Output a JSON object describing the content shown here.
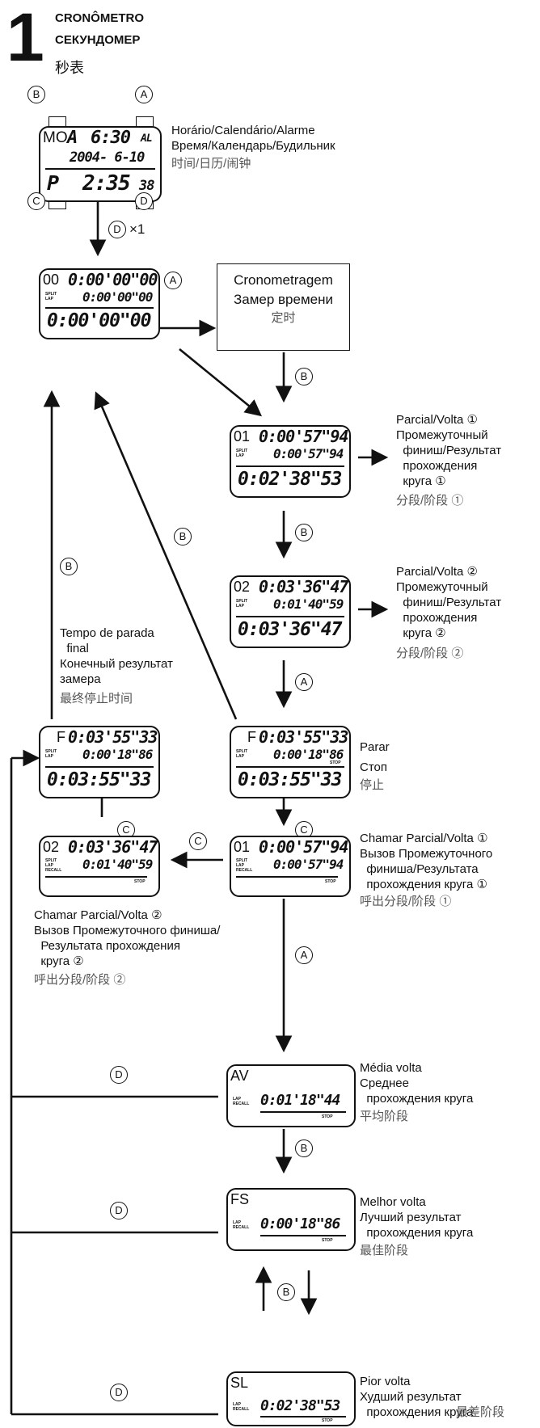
{
  "header": {
    "number": "1",
    "title_pt": "CRONÔMETRO",
    "title_ru": "СЕКУНДОМЕР",
    "title_zh": "秒表"
  },
  "buttons": {
    "a": "A",
    "b": "B",
    "c": "C",
    "d": "D",
    "times1": "×1"
  },
  "watch": {
    "day": "MO",
    "alarm_prefix": "A",
    "time": "6:30",
    "al": "AL",
    "date": "2004- 6-10",
    "pm": "P",
    "time2": "2:35",
    "sec": "38",
    "label": "Horário/Calendário/Alarme\nВремя/Календарь/Будильник",
    "label_zh": "时间/日历/闹钟"
  },
  "stopwatch_reset": {
    "lap_no": "00",
    "top": "0:00'00\"00",
    "split_lbl": "SPLIT\nLAP",
    "mid": "0:00'00\"00",
    "bottom": "0:00'00\"00"
  },
  "timing_box": {
    "pt": "Cronometragem",
    "ru": "Замер времени",
    "zh": "定时"
  },
  "lap1": {
    "lap_no": "01",
    "top": "0:00'57\"94",
    "mid": "0:00'57\"94",
    "bottom": "0:02'38\"53",
    "split_lbl": "SPLIT\nLAP",
    "label": "Parcial/Volta ①\nПромежуточный\n  финиш/Результат\n  прохождения\n  круга ①",
    "label_zh": "分段/阶段 ①"
  },
  "lap2": {
    "lap_no": "02",
    "top": "0:03'36\"47",
    "mid": "0:01'40\"59",
    "bottom": "0:03'36\"47",
    "split_lbl": "SPLIT\nLAP",
    "label": "Parcial/Volta ②\nПромежуточный\n  финиш/Результат\n  прохождения\n  круга ②",
    "label_zh": "分段/阶段 ②"
  },
  "stop": {
    "lap_no": "F",
    "top": "0:03'55\"33",
    "mid": "0:00'18\"86",
    "bottom": "0:03:55\"33",
    "split_lbl": "SPLIT\nLAP",
    "stop_lbl": "STOP",
    "label": "Parar\nСтоп",
    "label_zh": "停止"
  },
  "final": {
    "lap_no": "F",
    "top": "0:03'55\"33",
    "mid": "0:00'18\"86",
    "bottom": "0:03:55\"33",
    "split_lbl": "SPLIT\nLAP",
    "label": "Tempo de parada\n  final\nКонечный результат\nзамера",
    "label_zh": "最终停止时间"
  },
  "recall1": {
    "lap_no": "01",
    "top": "0:00'57\"94",
    "mid": "0:00'57\"94",
    "split_lbl": "SPLIT\nLAP\nRECALL",
    "stop_lbl": "STOP",
    "label": "Chamar Parcial/Volta ①\nВызов Промежуточного\n  финиша/Результата\n  прохождения круга ①",
    "label_zh": "呼出分段/阶段 ①"
  },
  "recall2": {
    "lap_no": "02",
    "top": "0:03'36\"47",
    "mid": "0:01'40\"59",
    "split_lbl": "SPLIT\nLAP\nRECALL",
    "stop_lbl": "STOP",
    "label": "Chamar Parcial/Volta ②\nВызов Промежуточного финиша/\n  Результата прохождения\n  круга ②",
    "label_zh": "呼出分段/阶段 ②"
  },
  "average": {
    "code": "AV",
    "small_lbl": "LAP\nRECALL",
    "value": "0:01'18\"44",
    "stop_lbl": "STOP",
    "label": "Média volta\nСреднее\n  прохождения круга",
    "label_zh": "平均阶段"
  },
  "fastest": {
    "code": "FS",
    "small_lbl": "LAP\nRECALL",
    "value": "0:00'18\"86",
    "stop_lbl": "STOP",
    "label": "Melhor volta\nЛучший результат\n  прохождения круга",
    "label_zh": "最佳阶段"
  },
  "slowest": {
    "code": "SL",
    "small_lbl": "LAP\nRECALL",
    "value": "0:02'38\"53",
    "stop_lbl": "STOP",
    "label": "Pior volta\nХудший результат\n  прохождения круга",
    "label_zh": "最差阶段"
  }
}
